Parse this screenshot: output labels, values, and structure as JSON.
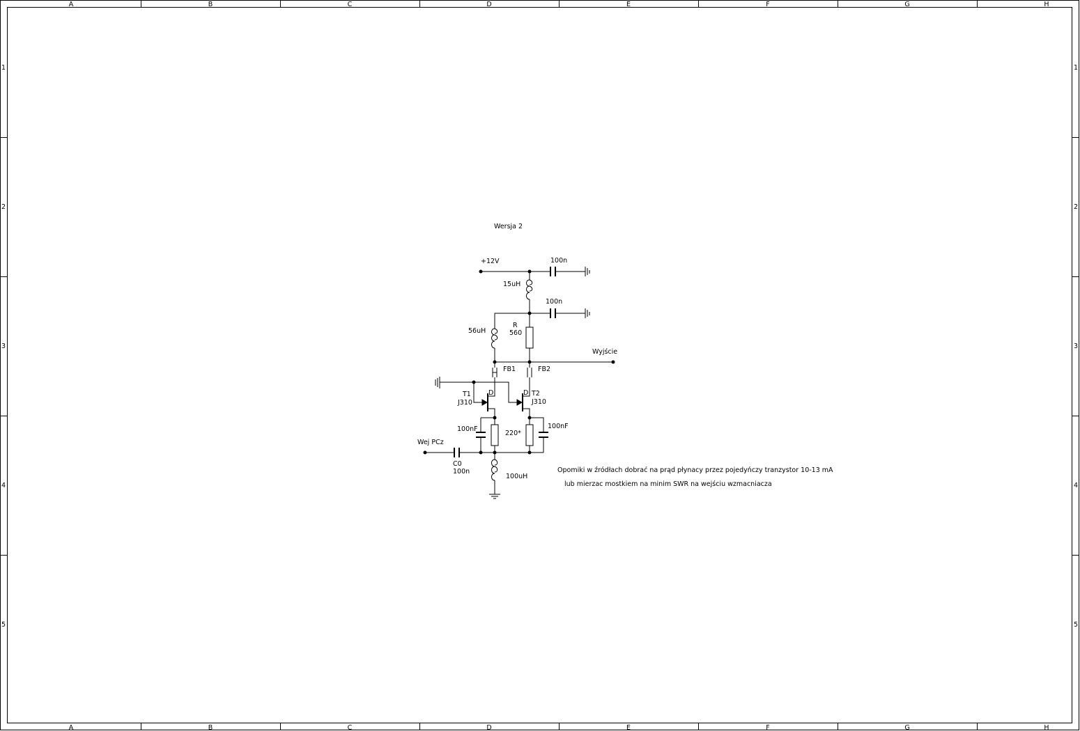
{
  "frame": {
    "columns": [
      "A",
      "B",
      "C",
      "D",
      "E",
      "F",
      "G",
      "H"
    ],
    "rows": [
      "1",
      "2",
      "3",
      "4",
      "5"
    ]
  },
  "title": "Wersja 2",
  "labels": {
    "supply": "+12V",
    "c_top": "100n",
    "l_15": "15uH",
    "c_mid": "100n",
    "r_name": "R",
    "r_value": "560",
    "l_56": "56uH",
    "output": "Wyjście",
    "fb1": "FB1",
    "fb2": "FB2",
    "t1_name": "T1",
    "t1_type": "J310",
    "t2_name": "T2",
    "t2_type": "J310",
    "d1": "D",
    "d2": "D",
    "c_src1": "100nF",
    "r_src": "220*",
    "c_src2": "100nF",
    "input": "Wej PCz",
    "c0_name": "C0",
    "c0_value": "100n",
    "l_100": "100uH"
  },
  "notes": [
    "Opomiki w źródłach dobrać na prąd płynacy przez pojedyńczy tranzystor 10-13 mA",
    "lub mierzac mostkiem na minim SWR na wejściu wzmacniacza"
  ]
}
